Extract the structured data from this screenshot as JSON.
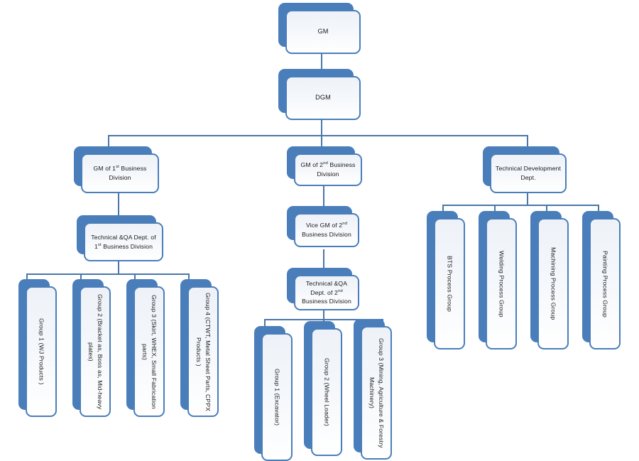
{
  "chart": {
    "type": "org-chart",
    "title": "Organization Chart",
    "colors": {
      "box_border": "#4a7ebb",
      "box_shadow_plate": "#4a7ebb",
      "box_fill": "#eef2f8",
      "connector": "#4a76a8",
      "text": "#1a1a1a",
      "background": "#ffffff"
    },
    "nodes": {
      "gm": "GM",
      "dgm": "DGM",
      "gm_div1_pre": "GM of 1",
      "gm_div1_sup": "st",
      "gm_div1_post": " Business Division",
      "gm_div2_pre": "GM of 2",
      "gm_div2_sup": "nd",
      "gm_div2_post": " Business Division",
      "tech_dev_dept": "Technical Development Dept.",
      "tqa_div1_pre": "Technical &QA Dept. of 1",
      "tqa_div1_sup": "st",
      "tqa_div1_post": " Business Division",
      "vice_gm_div2_pre": "Vice GM of 2",
      "vice_gm_div2_sup": "nd",
      "vice_gm_div2_post": " Business Division",
      "tqa_div2_pre": "Technical &QA Dept. of 2",
      "tqa_div2_sup": "nd",
      "tqa_div2_post": " Business Division",
      "div1_group1": "Group 1  (WJ Products )",
      "div1_group2": "Group 2  (Bracket as, Boss as, Mid-heavy plates)",
      "div1_group3": "Group 3  (Skirt, WHEX, Small Fabrication parts)",
      "div1_group4": "Group 4  (CTWT, Metal Sheet Parts, CPPX Products )",
      "div2_group1": "Group 1  (Excavator)",
      "div2_group2": "Group 2  (Wheel Loader)",
      "div2_group3": "Group 3  (Mining, Agriculture & Forestry Machinery)",
      "proc_bts": "BTS  Process Group",
      "proc_welding": "Welding Process Group",
      "proc_machining": "Machining Process Group",
      "proc_painting": "Painting Process Group"
    }
  }
}
